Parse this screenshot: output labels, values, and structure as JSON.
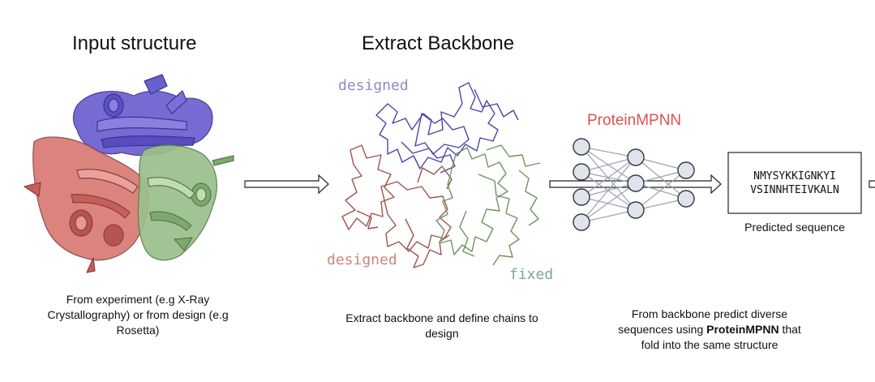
{
  "step1": {
    "title": "Input structure",
    "caption": "From experiment (e.g X-Ray Crystallography) or from design (e.g Rosetta)"
  },
  "step2": {
    "title": "Extract Backbone",
    "caption": "Extract backbone and define chains to design",
    "labels": {
      "top": "designed",
      "left": "designed",
      "right": "fixed"
    }
  },
  "step3": {
    "model_name": "ProteinMPNN",
    "caption_pre": "From backbone predict diverse sequences using",
    "caption_bold": "ProteinMPNN",
    "caption_post": "that fold into the same structure"
  },
  "step4": {
    "sequence_line1": "NMYSYKKIGNKYI",
    "sequence_line2": "VSINNHTEIVKALN",
    "caption": "Predicted sequence"
  },
  "colors": {
    "chain_top": "#6a5fd0",
    "chain_left": "#d97a74",
    "chain_right": "#9bbf8c",
    "label_top": "#9b86c2",
    "label_left": "#c98880",
    "label_right": "#7aa895",
    "model_red": "#d9534f",
    "node_fill": "#dfe4ea",
    "node_stroke": "#334"
  }
}
